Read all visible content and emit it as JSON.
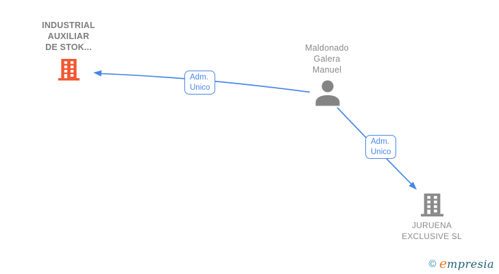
{
  "diagram": {
    "nodes": [
      {
        "id": "company-industrial",
        "type": "company",
        "lines": [
          "INDUSTRIAL",
          "AUXILIAR",
          "DE STOK..."
        ],
        "icon": "building-icon",
        "icon_color": "#F1562F",
        "emphasis": "bold"
      },
      {
        "id": "person-maldonado",
        "type": "person",
        "lines": [
          "Maldonado",
          "Galera",
          "Manuel"
        ],
        "icon": "person-icon",
        "icon_color": "#848484",
        "emphasis": "normal"
      },
      {
        "id": "company-juruena",
        "type": "company",
        "lines": [
          "JURUENA",
          "EXCLUSIVE SL"
        ],
        "icon": "building-icon",
        "icon_color": "#8a8a8a",
        "emphasis": "normal"
      }
    ],
    "edges": [
      {
        "from": "person-maldonado",
        "to": "company-industrial",
        "label_lines": [
          "Adm.",
          "Unico"
        ]
      },
      {
        "from": "person-maldonado",
        "to": "company-juruena",
        "label_lines": [
          "Adm.",
          "Unico"
        ]
      }
    ],
    "colors": {
      "edge_blue": "#4a86e8",
      "highlight_orange": "#F1562F",
      "neutral_gray": "#848484",
      "label_gray_bold": "#7d7d7d"
    }
  },
  "watermark": {
    "copyright": "©",
    "brand_first_letter": "e",
    "brand_rest": "mpresia",
    "colors": {
      "copyright_teal": "#2a89a0",
      "e_orange": "#e87a22",
      "rest_dark_teal": "#1d6177"
    }
  }
}
